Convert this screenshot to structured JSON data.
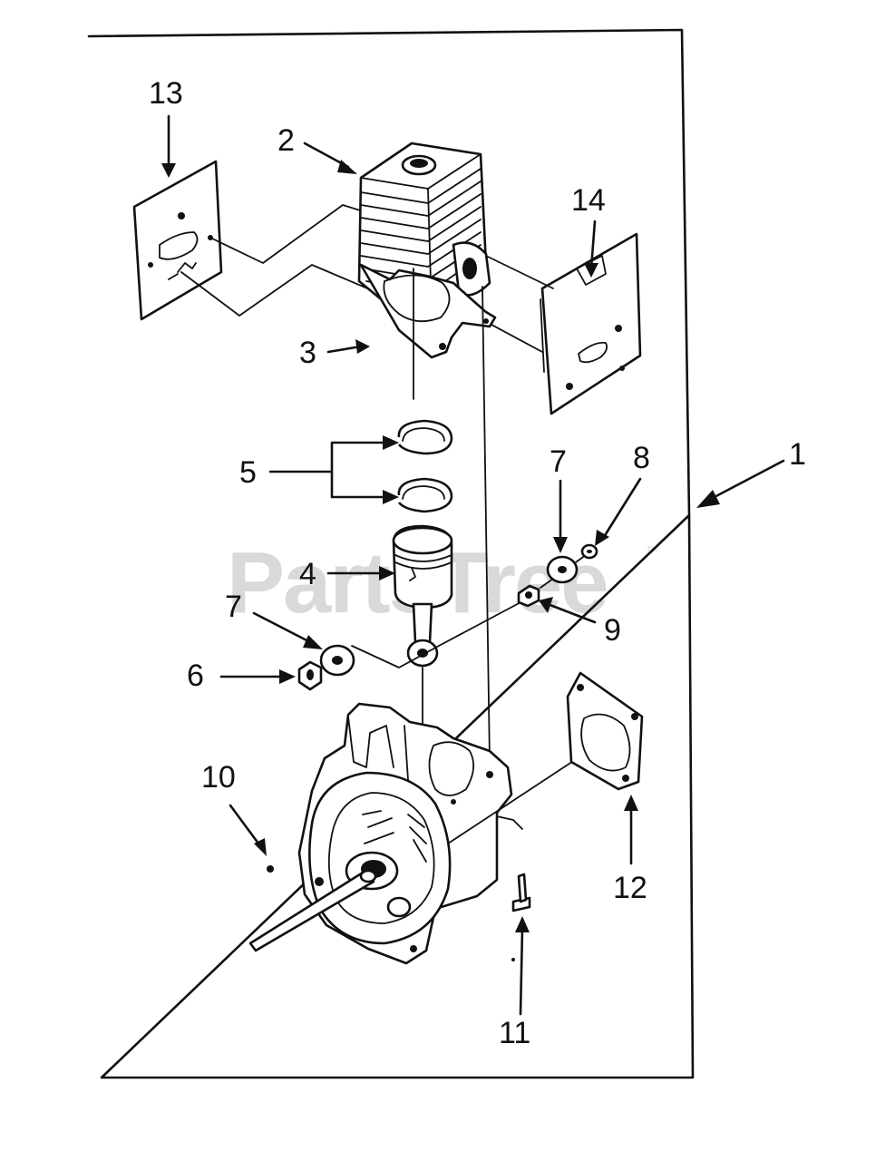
{
  "watermark": {
    "text": "PartsTree",
    "trademark": "™"
  },
  "callouts": {
    "c1": "1",
    "c2": "2",
    "c3": "3",
    "c4": "4",
    "c5": "5",
    "c6": "6",
    "c7a": "7",
    "c7b": "7",
    "c8": "8",
    "c9": "9",
    "c10": "10",
    "c11": "11",
    "c12": "12",
    "c13": "13",
    "c14": "14"
  },
  "parts": [
    "crankcase-assembly",
    "cylinder",
    "cylinder-gasket",
    "piston",
    "piston-rings",
    "nut",
    "washer",
    "small-washer",
    "bushing",
    "screw",
    "bolt",
    "crankcase-gasket",
    "intake-gasket",
    "exhaust-gasket"
  ]
}
